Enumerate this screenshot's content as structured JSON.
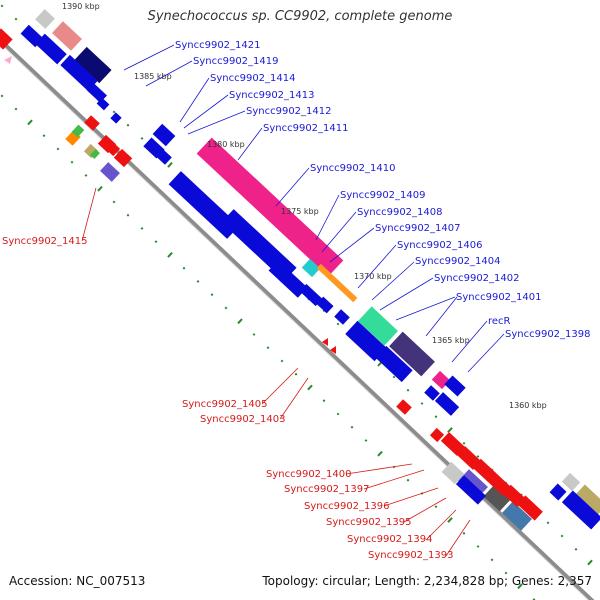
{
  "title": "Synechococcus sp. CC9902, complete genome",
  "footer": {
    "accession": "Accession: NC_007513",
    "summary": "Topology: circular; Length: 2,234,828 bp; Genes: 2,357"
  },
  "colors": {
    "forward_label": "#1a1ad6",
    "reverse_label": "#d61a1a",
    "forward_gene": "#0a0ad8",
    "reverse_gene": "#ee1111",
    "backbone": "#8c8c8c",
    "tick": "#2a8a2a"
  },
  "scale_labels": [
    "1390 kbp",
    "1385 kbp",
    "1380 kbp",
    "1375 kbp",
    "1370 kbp",
    "1365 kbp",
    "1360 kbp"
  ],
  "forward_genes": [
    "Syncc9902_1421",
    "Syncc9902_1419",
    "Syncc9902_1414",
    "Syncc9902_1413",
    "Syncc9902_1412",
    "Syncc9902_1411",
    "Syncc9902_1410",
    "Syncc9902_1409",
    "Syncc9902_1408",
    "Syncc9902_1407",
    "Syncc9902_1406",
    "Syncc9902_1404",
    "Syncc9902_1402",
    "Syncc9902_1401",
    "recR",
    "Syncc9902_1398"
  ],
  "reverse_genes": [
    "Syncc9902_1415",
    "Syncc9902_1405",
    "Syncc9902_1403",
    "Syncc9902_1400",
    "Syncc9902_1397",
    "Syncc9902_1396",
    "Syncc9902_1395",
    "Syncc9902_1394",
    "Syncc9902_1393"
  ]
}
